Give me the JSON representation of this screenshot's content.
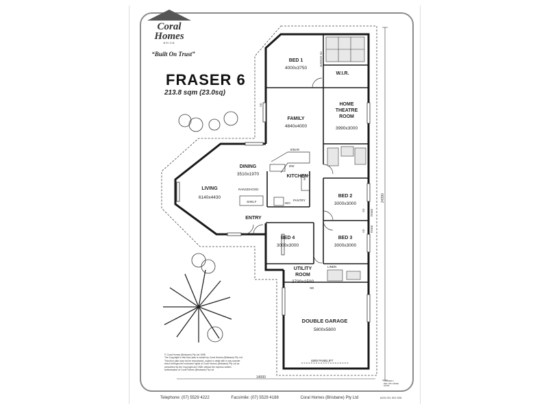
{
  "company": {
    "logo_line1": "Coral",
    "logo_line2": "Homes",
    "logo_city": "BRISB",
    "tagline": "“Built On Trust”"
  },
  "plan": {
    "name": "FRASER 6",
    "area": "213.8 sqm (23.0sq)"
  },
  "rooms": {
    "bed1": {
      "name": "BED 1",
      "dims": "4000x3750"
    },
    "wir": {
      "name": "W.I.R."
    },
    "home_theatre": {
      "line1": "HOME",
      "line2": "THEATRE",
      "line3": "ROOM",
      "dims": "3990x3000"
    },
    "family": {
      "name": "FAMILY",
      "dims": "4840x4000"
    },
    "dining": {
      "name": "DINING",
      "dims": "3510x1970"
    },
    "living": {
      "name": "LIVING",
      "dims": "6140x4430"
    },
    "kitchen": {
      "name": "KITCHEN"
    },
    "bed2": {
      "name": "BED 2",
      "dims": "3000x3000"
    },
    "bed3": {
      "name": "BED 3",
      "dims": "3000x3000"
    },
    "bed4": {
      "name": "BED 4",
      "dims": "3000x3000"
    },
    "entry": {
      "name": "ENTRY"
    },
    "utility": {
      "line1": "UTILITY",
      "line2": "ROOM",
      "dims": "2730x1500"
    },
    "garage": {
      "name": "DOUBLE GARAGE",
      "dims": "5800x5800"
    }
  },
  "labels": {
    "bbar": "B'BAR",
    "dw": "DW",
    "ref": "REF",
    "rangehood": "RANGEHOOD",
    "pantry": "PANTRY",
    "wo": "WO",
    "shelf": "SHELF",
    "linen": "LINEN",
    "mirror_sd": "MIRROR SD",
    "sd": "SD",
    "robe": "ROBE",
    "panelift": "4800 PANELIFT",
    "width_dim": "14000",
    "depth_dim": "24390"
  },
  "copyright": [
    "© Coral Homes (Brisbane) Pty Ltd 1998",
    "The Copyright in this floor plan is owned by Coral Homes (Brisbane) Pty Ltd.",
    "This floor plan may not be reproduced, copied or dealt with in any manner",
    "which infringes the exclusive rights of Coral Homes (Brisbane) Pty Ltd as",
    "prescribed by the Copyright Act 1968, without the express written",
    "authorisation of Coral Homes (Brisbane) Pty Ltd."
  ],
  "drawing_ref": [
    "FRASER 6",
    "REF 400 GRIDE",
    "6/2/99"
  ],
  "footer": {
    "telephone": "Telephone: (07) 5529 4222",
    "facsimile": "Facsimile: (07) 5529 4188",
    "company": "Coral Homes (Brisbane) Pty Ltd",
    "acn": "ACN 011 002 926"
  },
  "colors": {
    "wall": "#1a1a1a",
    "border": "#8a8a8a",
    "dashed": "#444444"
  }
}
